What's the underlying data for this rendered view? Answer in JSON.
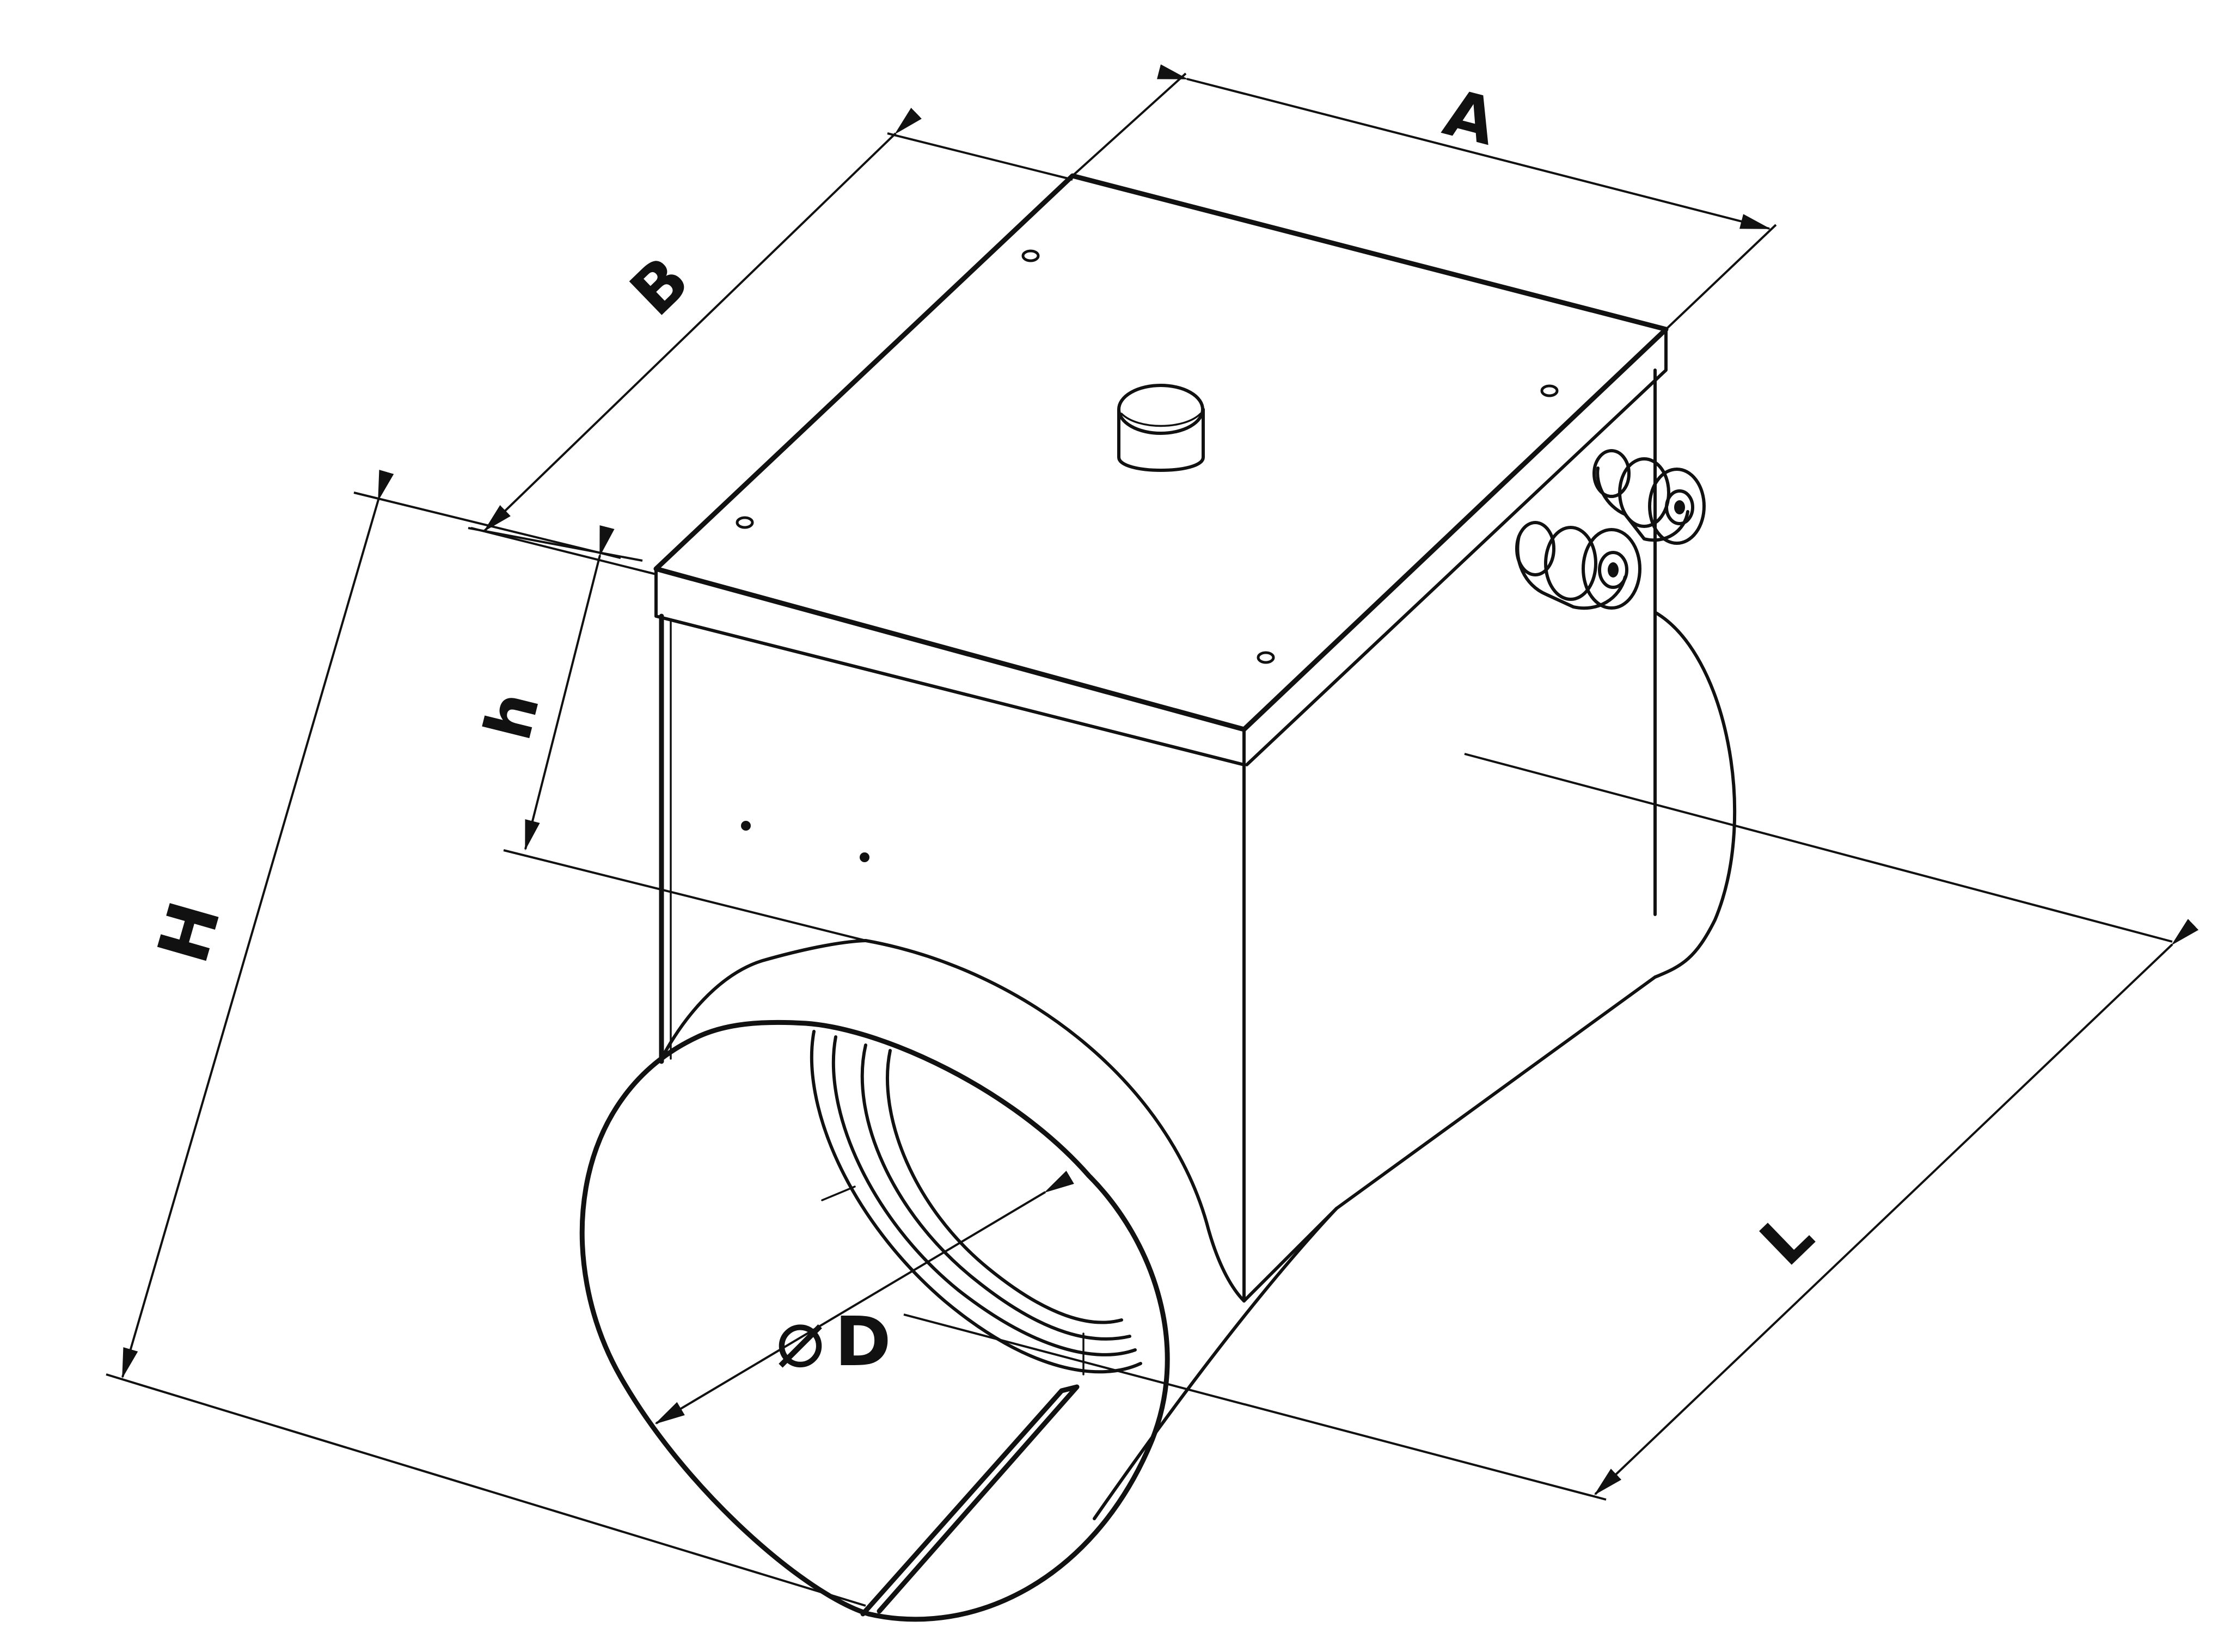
{
  "diagram": {
    "labels": {
      "A": "A",
      "B": "B",
      "H": "H",
      "h": "h",
      "L": "L",
      "D_symbol": "⌀",
      "D": "D"
    },
    "colors": {
      "line": "#111111",
      "background": "#ffffff"
    }
  }
}
